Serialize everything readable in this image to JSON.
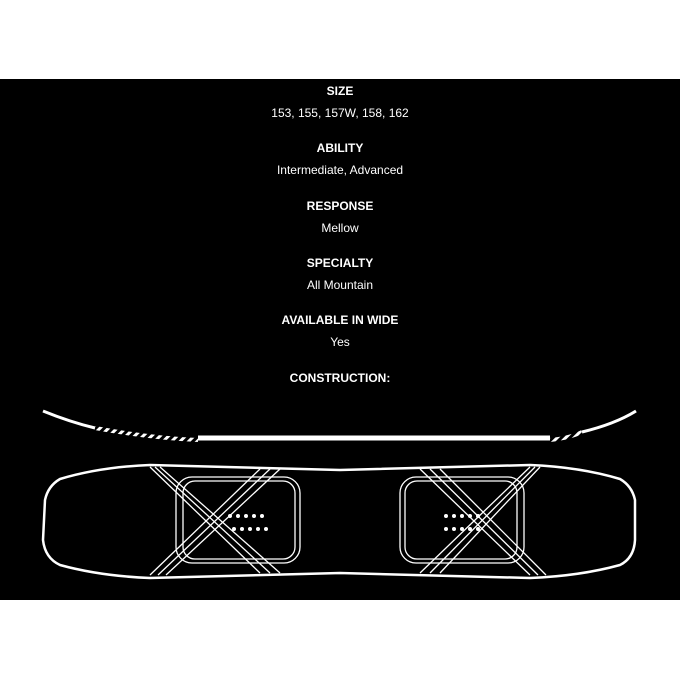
{
  "specs": [
    {
      "label": "SIZE",
      "value": "153, 155, 157W, 158, 162"
    },
    {
      "label": "ABILITY",
      "value": "Intermediate, Advanced"
    },
    {
      "label": "RESPONSE",
      "value": "Mellow"
    },
    {
      "label": "SPECIALTY",
      "value": "All Mountain"
    },
    {
      "label": "AVAILABLE IN WIDE",
      "value": "Yes"
    }
  ],
  "construction_label": "CONSTRUCTION:",
  "colors": {
    "background": "#000000",
    "text": "#ffffff"
  }
}
